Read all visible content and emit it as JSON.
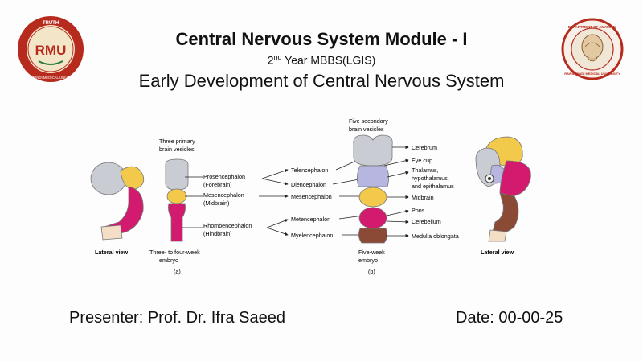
{
  "header": {
    "title": "Central Nervous System Module - I",
    "subtitle_sup": "nd",
    "subtitle_num": "2",
    "subtitle_rest": " Year MBBS(LGIS)",
    "heading": "Early Development of Central Nervous System"
  },
  "logos": {
    "left_top": "TRUTH",
    "left_center": "RMU",
    "left_ring": "RAWALPINDI MEDICAL UNIVERSITY",
    "right_ring_top": "DEPARTMENT OF ANATOMY",
    "right_ring_bottom": "RAWALPINDI MEDICAL UNIVERSITY"
  },
  "figure": {
    "primary_header_1": "Three primary",
    "primary_header_2": "brain vesicles",
    "secondary_header_1": "Five secondary",
    "secondary_header_2": "brain vesicles",
    "prosencephalon": "Prosencephalon",
    "forebrain": "(Forebrain)",
    "mesencephalon_a": "Mesencephalon",
    "midbrain_a": "(Midbrain)",
    "rhombencephalon": "Rhombencephalon",
    "hindbrain": "(Hindbrain)",
    "telencephalon": "Telencephalon",
    "diencephalon": "Diencephalon",
    "mesencephalon_b": "Mesencephalon",
    "metencephalon": "Metencephalon",
    "myelencephalon": "Myelencephalon",
    "cerebrum": "Cerebrum",
    "eye_cup": "Eye cup",
    "thalamus_1": "Thalamus,",
    "thalamus_2": "hypothalamus,",
    "thalamus_3": "and epithalamus",
    "midbrain_b": "Midbrain",
    "pons": "Pons",
    "cerebellum": "Cerebellum",
    "medulla": "Medulla oblongata",
    "lateral_view_left": "Lateral view",
    "lateral_view_right": "Lateral view",
    "caption_a_1": "Three- to four-week",
    "caption_a_2": "embryo",
    "label_a": "(a)",
    "caption_b_1": "Five-week",
    "caption_b_2": "embryo",
    "label_b": "(b)"
  },
  "footer": {
    "presenter": "Presenter: Prof. Dr. Ifra Saeed",
    "date": "Date: 00-00-25"
  },
  "colors": {
    "gray_vesicle": "#c9ccd3",
    "yellow": "#f2c94a",
    "magenta": "#d21a6e",
    "brown": "#8a4a36",
    "lavender": "#b7b6e0",
    "peach": "#f3dfc6",
    "logo_red": "#b72a1e"
  }
}
